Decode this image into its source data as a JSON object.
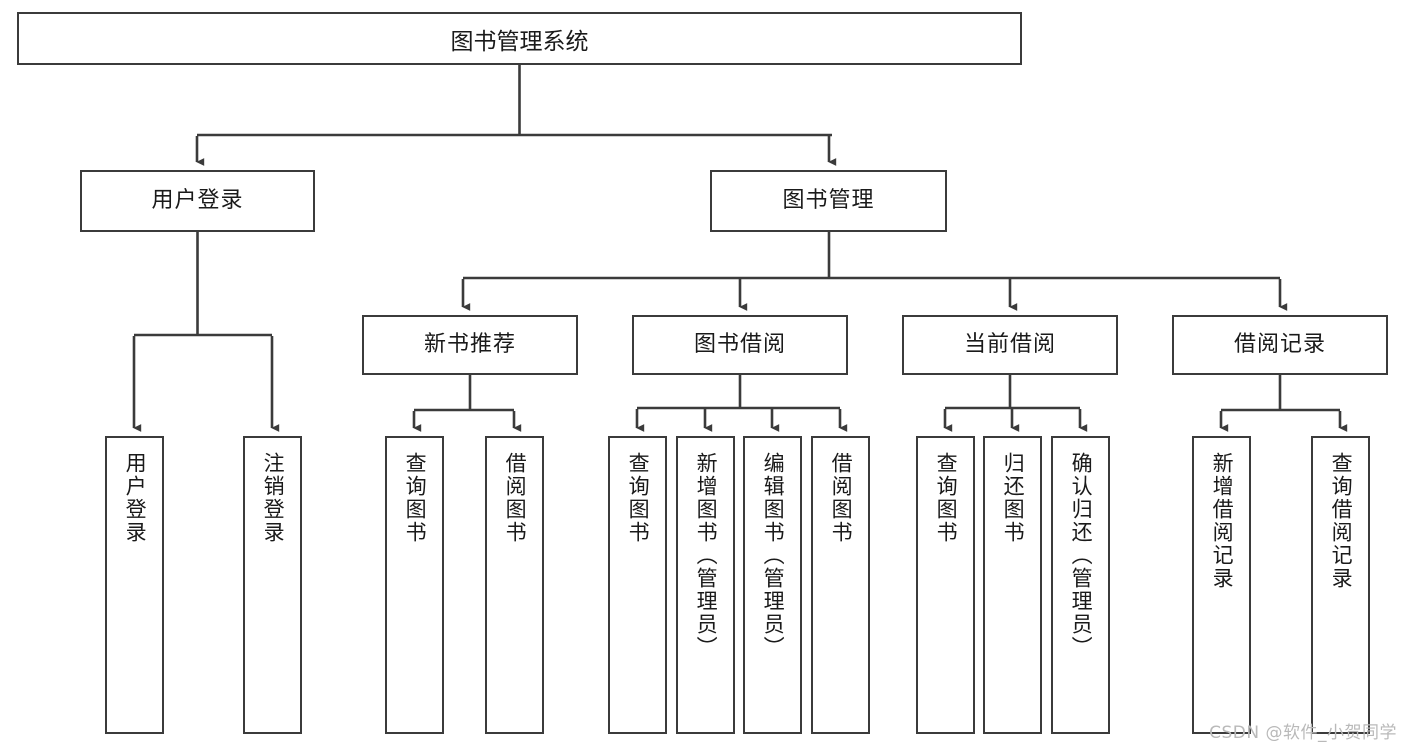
{
  "diagram": {
    "title": "图书管理系统",
    "type": "tree-hierarchy-chart",
    "root": {
      "label": "图书管理系统"
    },
    "level2": [
      {
        "label": "用户登录"
      },
      {
        "label": "图书管理"
      }
    ],
    "level3": [
      {
        "label": "新书推荐"
      },
      {
        "label": "图书借阅"
      },
      {
        "label": "当前借阅"
      },
      {
        "label": "借阅记录"
      }
    ],
    "leaves": {
      "user_login": [
        {
          "label": "用户登录"
        },
        {
          "label": "注销登录"
        }
      ],
      "new_book_recommend": [
        {
          "label": "查询图书"
        },
        {
          "label": "借阅图书"
        }
      ],
      "book_borrow": [
        {
          "label": "查询图书"
        },
        {
          "label": "新增图书（管理员）"
        },
        {
          "label": "编辑图书（管理员）"
        },
        {
          "label": "借阅图书"
        }
      ],
      "current_borrow": [
        {
          "label": "查询图书"
        },
        {
          "label": "归还图书"
        },
        {
          "label": "确认归还（管理员）"
        }
      ],
      "borrow_record": [
        {
          "label": "新增借阅记录"
        },
        {
          "label": "查询借阅记录"
        }
      ]
    }
  },
  "watermark": {
    "text": "CSDN @软件_小贺同学"
  },
  "colors": {
    "stroke": "#3b3b3b",
    "fill": "#ffffff",
    "text": "#1a1a1a",
    "watermark": "#b9b9b9"
  }
}
